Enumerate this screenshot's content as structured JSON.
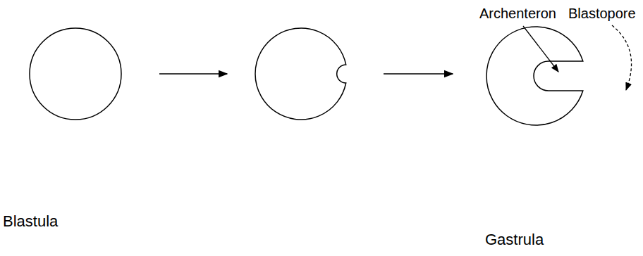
{
  "diagram": {
    "labels": [
      "Archenteron",
      "Blastopore",
      "Blastula",
      "Gastrula"
    ]
  }
}
